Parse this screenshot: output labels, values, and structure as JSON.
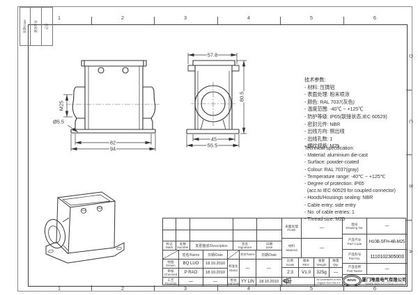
{
  "frame": {
    "zone_cols": [
      "1",
      "2",
      "3",
      "4",
      "5",
      "6"
    ],
    "zone_rows": [
      "D",
      "C",
      "B",
      "A"
    ],
    "corner_strip": {
      "c1": "日期/Date",
      "c2": "更改单号",
      "c3": "记录"
    }
  },
  "dims": {
    "front": {
      "inner_width": "82",
      "outer_width": "94",
      "thread": "M25",
      "hole_dia": "Ø5.5"
    },
    "side": {
      "top_width": "57.8",
      "height": "80.5",
      "inner_width": "45",
      "outer_width": "55.5"
    }
  },
  "spec_cn": {
    "title": "技术参数:",
    "lines": [
      "- 材料: 压铸铝",
      "- 表面处理: 粉末喷涂",
      "- 颜色: RAL 7037(灰色)",
      "- 温度范围: -40℃ ~ +125℃",
      "- 防护等级: IP65(联接状态,IEC 60529)",
      "- 密封元件: NBR",
      "- 出线方向: 侧出线",
      "- 出线孔数: 1",
      "- 螺纹规格: M25"
    ]
  },
  "spec_en": {
    "title": "Technical specification:",
    "lines": [
      "- Material: aluminium die-cast",
      "- Surface: powder-coated",
      "- Colour: RAL 7037(gray)",
      "- Temperature range: -40℃ ~ +125℃",
      "- Degree of protection: IP65",
      "  (acc.to IEC 60529 for coupled connector)",
      "- Hoods/Housings sealing: NBR",
      "- Cable entry: side entry",
      "- No. of cable entries: 1",
      "- Thread size: M25"
    ]
  },
  "title_block": {
    "rev": {
      "mark": "标记\nMark",
      "number": "处数\nNumber",
      "description": "变更描述/Description",
      "signature": "签名\nSignature",
      "date": "日期\nDate"
    },
    "sub": {
      "name": "姓名/Name",
      "date": "日期/Date"
    },
    "drawn": {
      "role": "绘图\nDrawn",
      "name": "BQ LUO",
      "date": "18.10.2010"
    },
    "checked": {
      "role": "审核\nChecked",
      "name": "P RAO",
      "date": "18.10.2010"
    },
    "process": {
      "role": "工艺\nProcess",
      "name": "—",
      "date": "—"
    },
    "stand": {
      "role": "标准化\nStand",
      "name": "—",
      "date": "—"
    },
    "approved": {
      "role": "批准\nApproved",
      "name": "YY LIN",
      "date": "18.10.2010"
    },
    "finish": {
      "label": "表面处理\nFinish",
      "value": "—"
    },
    "material": {
      "label": "材料\nMaterial",
      "value": "—"
    },
    "scale": {
      "label": "比例\nScale",
      "value": "2:3"
    },
    "revision": {
      "label": "版本\nREV.",
      "value": "V1.0"
    },
    "weight": {
      "label": "重量\nWeight",
      "value": "325g"
    },
    "qty": {
      "label": "数量\nQty.",
      "value": "—"
    },
    "drawing_no": {
      "label": "图号\nDrawing No.",
      "value": "—"
    },
    "part_code": {
      "label": "产品代号\nPart Code",
      "value": "H10B-SFH-4B-M25"
    },
    "part_no": {
      "label": "产品料号\nPart No.",
      "value": "1110102305003"
    },
    "part_name": {
      "label": "产品名称\nPart Name",
      "value": "—"
    },
    "note": "All Dimensions in mm\nOriginal Size DIN A 4",
    "logo_text": "WAIN",
    "company_cn": "厦门唯恩电气有限公司",
    "company_en": "XIAMEN WAIN ELECTRICAL CO.,LTD"
  },
  "colors": {
    "line": "#333333",
    "background": "#ffffff"
  }
}
